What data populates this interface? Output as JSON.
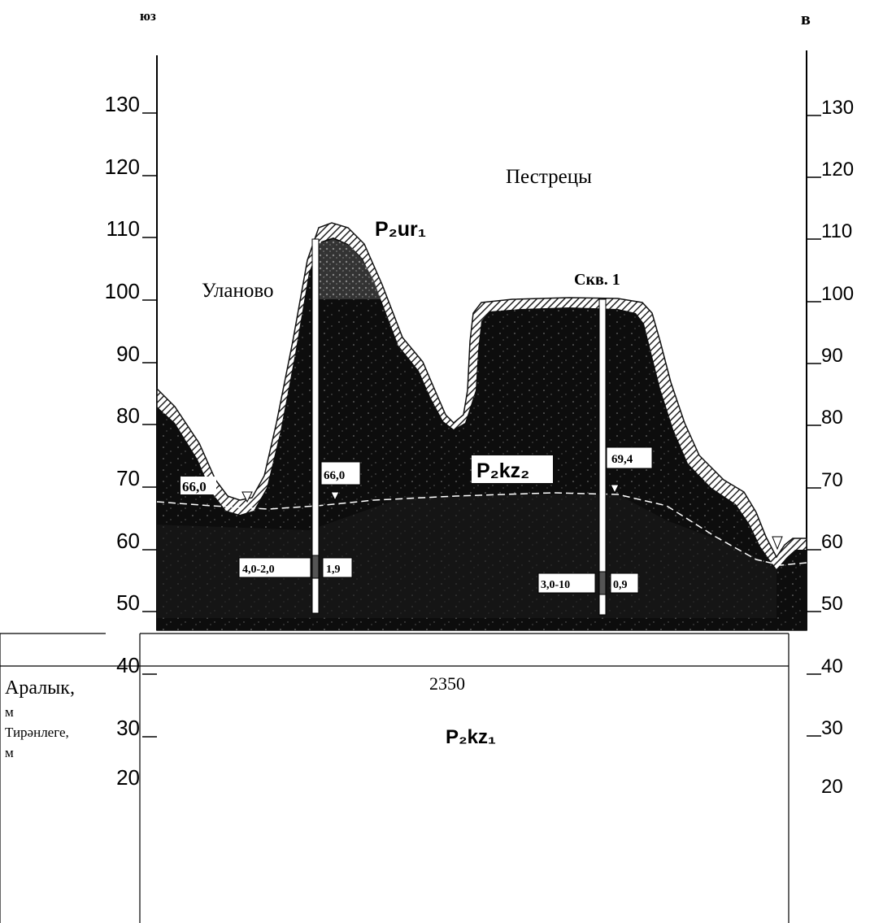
{
  "corner_labels": {
    "left": "юз",
    "right": "в"
  },
  "axis": {
    "left_ticks": [
      "130",
      "120",
      "110",
      "100",
      "90",
      "80",
      "70",
      "60",
      "50",
      "40",
      "30",
      "20"
    ],
    "right_ticks": [
      "130",
      "120",
      "110",
      "100",
      "90",
      "80",
      "70",
      "60",
      "50",
      "40",
      "30",
      "20"
    ]
  },
  "places": {
    "left": "Уланово",
    "center": "Пестрецы",
    "well": "Скв. 1"
  },
  "units": {
    "top": "P₂ur₁",
    "middle": "P₂kz₂",
    "bottom": "P₂kz₁"
  },
  "levels": {
    "left_valley": "66,0",
    "well1": "66,0",
    "well2": "69,4"
  },
  "well_data": {
    "well1_interval": "4,0-2,0",
    "well1_value": "1,9",
    "well2_interval": "3,0-10",
    "well2_value": "0,9"
  },
  "table": {
    "row_label_1": "Аралык,",
    "row_label_1_unit": "м",
    "row_label_2": "Тирәнлеге,",
    "row_label_2_unit": "м",
    "distance": "2350"
  },
  "colors": {
    "rock": "#0d0d0d",
    "hatch": "#555555",
    "label_bg": "#ffffff"
  }
}
